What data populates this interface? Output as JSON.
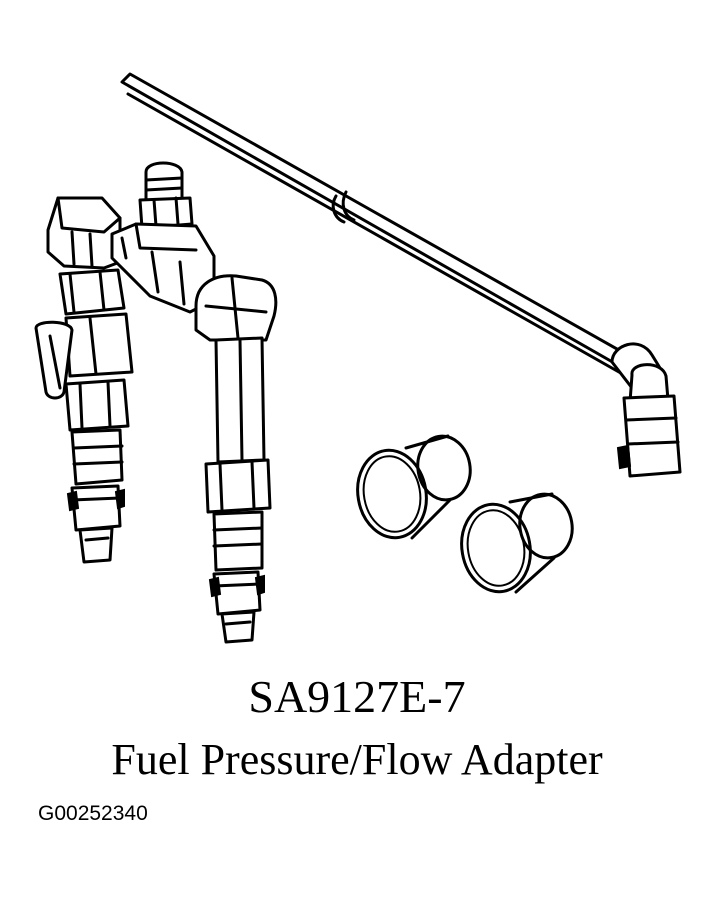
{
  "caption": {
    "part_code": "SA9127E-7",
    "part_name": "Fuel Pressure/Flow Adapter"
  },
  "figure_id": "G00252340"
}
